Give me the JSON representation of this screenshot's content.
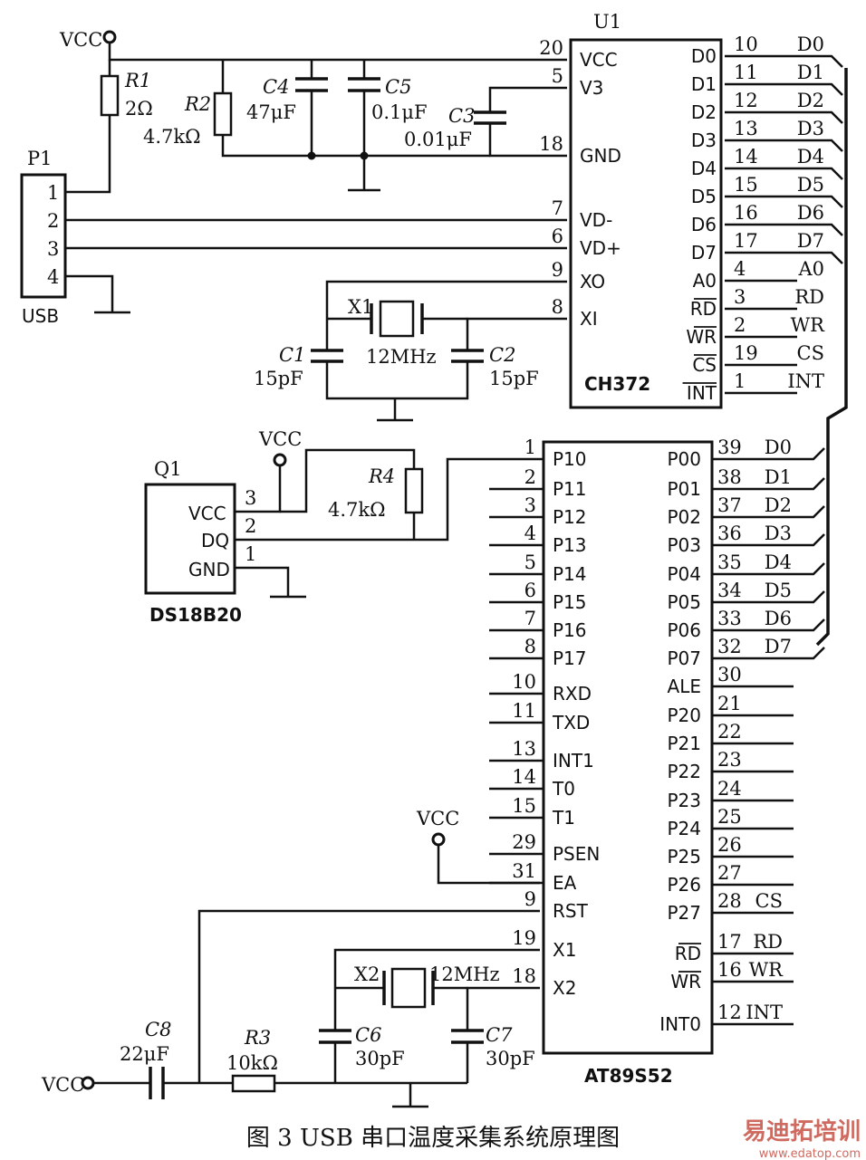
{
  "caption": "图 3  USB 串口温度采集系统原理图",
  "watermark": "易迪拓培训 www.edatop.com",
  "colors": {
    "line": "#111111",
    "watermark": "#c0392b"
  },
  "power_labels": {
    "vcc": "VCC"
  },
  "connector_p1": {
    "ref": "P1",
    "name": "USB",
    "pins": [
      "1",
      "2",
      "3",
      "4"
    ]
  },
  "u1": {
    "ref": "U1",
    "name": "CH372",
    "left_pins": [
      {
        "num": "20",
        "name": "VCC"
      },
      {
        "num": "5",
        "name": "V3"
      },
      {
        "num": "18",
        "name": "GND"
      },
      {
        "num": "7",
        "name": "VD-"
      },
      {
        "num": "6",
        "name": "VD+"
      },
      {
        "num": "9",
        "name": "XO"
      },
      {
        "num": "8",
        "name": "XI"
      }
    ],
    "right_pins": [
      {
        "num": "10",
        "name": "D0",
        "net": "D0"
      },
      {
        "num": "11",
        "name": "D1",
        "net": "D1"
      },
      {
        "num": "12",
        "name": "D2",
        "net": "D2"
      },
      {
        "num": "13",
        "name": "D3",
        "net": "D3"
      },
      {
        "num": "14",
        "name": "D4",
        "net": "D4"
      },
      {
        "num": "15",
        "name": "D5",
        "net": "D5"
      },
      {
        "num": "16",
        "name": "D6",
        "net": "D6"
      },
      {
        "num": "17",
        "name": "D7",
        "net": "D7"
      },
      {
        "num": "4",
        "name": "A0",
        "net": "A0"
      },
      {
        "num": "3",
        "name": "RD",
        "net": "RD"
      },
      {
        "num": "2",
        "name": "WR",
        "net": "WR"
      },
      {
        "num": "19",
        "name": "CS",
        "net": "CS"
      },
      {
        "num": "1",
        "name": "INT",
        "net": "INT"
      }
    ]
  },
  "q1": {
    "ref": "Q1",
    "name": "DS18B20",
    "pins": [
      {
        "num": "3",
        "name": "VCC"
      },
      {
        "num": "2",
        "name": "DQ"
      },
      {
        "num": "1",
        "name": "GND"
      }
    ]
  },
  "u2": {
    "name": "AT89S52",
    "left_pins": [
      {
        "num": "1",
        "name": "P10"
      },
      {
        "num": "2",
        "name": "P11"
      },
      {
        "num": "3",
        "name": "P12"
      },
      {
        "num": "4",
        "name": "P13"
      },
      {
        "num": "5",
        "name": "P14"
      },
      {
        "num": "6",
        "name": "P15"
      },
      {
        "num": "7",
        "name": "P16"
      },
      {
        "num": "8",
        "name": "P17"
      },
      {
        "num": "10",
        "name": "RXD"
      },
      {
        "num": "11",
        "name": "TXD"
      },
      {
        "num": "13",
        "name": "INT1"
      },
      {
        "num": "14",
        "name": "T0"
      },
      {
        "num": "15",
        "name": "T1"
      },
      {
        "num": "29",
        "name": "PSEN"
      },
      {
        "num": "31",
        "name": "EA"
      },
      {
        "num": "9",
        "name": "RST"
      },
      {
        "num": "19",
        "name": "X1"
      },
      {
        "num": "18",
        "name": "X2"
      }
    ],
    "right_pins": [
      {
        "num": "39",
        "name": "P00",
        "net": "D0"
      },
      {
        "num": "38",
        "name": "P01",
        "net": "D1"
      },
      {
        "num": "37",
        "name": "P02",
        "net": "D2"
      },
      {
        "num": "36",
        "name": "P03",
        "net": "D3"
      },
      {
        "num": "35",
        "name": "P04",
        "net": "D4"
      },
      {
        "num": "34",
        "name": "P05",
        "net": "D5"
      },
      {
        "num": "33",
        "name": "P06",
        "net": "D6"
      },
      {
        "num": "32",
        "name": "P07",
        "net": "D7"
      },
      {
        "num": "30",
        "name": "ALE",
        "net": ""
      },
      {
        "num": "21",
        "name": "P20",
        "net": ""
      },
      {
        "num": "22",
        "name": "P21",
        "net": ""
      },
      {
        "num": "23",
        "name": "P22",
        "net": ""
      },
      {
        "num": "24",
        "name": "P23",
        "net": ""
      },
      {
        "num": "25",
        "name": "P24",
        "net": ""
      },
      {
        "num": "26",
        "name": "P25",
        "net": ""
      },
      {
        "num": "27",
        "name": "P26",
        "net": ""
      },
      {
        "num": "28",
        "name": "P27",
        "net": "CS"
      },
      {
        "num": "17",
        "name": "RD",
        "net": "RD"
      },
      {
        "num": "16",
        "name": "WR",
        "net": "WR"
      },
      {
        "num": "12",
        "name": "INT0",
        "net": "INT"
      }
    ]
  },
  "components": {
    "r1": {
      "ref": "R1",
      "value": "2Ω"
    },
    "r2": {
      "ref": "R2",
      "value": "4.7kΩ"
    },
    "c4": {
      "ref": "C4",
      "value": "47μF"
    },
    "c5": {
      "ref": "C5",
      "value": "0.1μF"
    },
    "c3": {
      "ref": "C3",
      "value": "0.01μF"
    },
    "x1": {
      "ref": "X1",
      "value": "12MHz"
    },
    "c1": {
      "ref": "C1",
      "value": "15pF"
    },
    "c2": {
      "ref": "C2",
      "value": "15pF"
    },
    "r4": {
      "ref": "R4",
      "value": "4.7kΩ"
    },
    "x2": {
      "ref": "X2",
      "value": "12MHz"
    },
    "c6": {
      "ref": "C6",
      "value": "30pF"
    },
    "c7": {
      "ref": "C7",
      "value": "30pF"
    },
    "c8": {
      "ref": "C8",
      "value": "22μF"
    },
    "r3": {
      "ref": "R3",
      "value": "10kΩ"
    }
  }
}
